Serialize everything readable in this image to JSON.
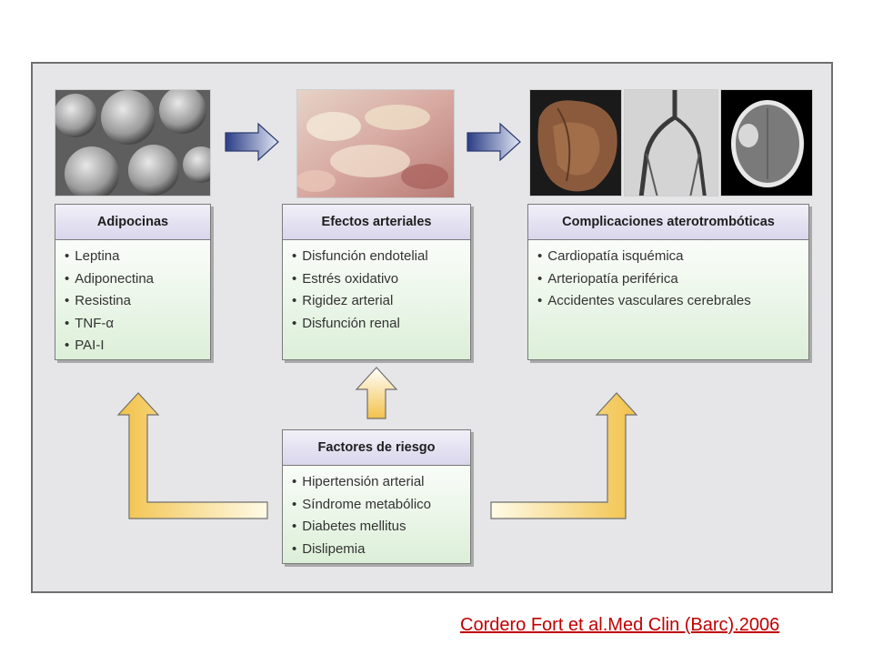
{
  "panels": {
    "adipocinas": {
      "title": "Adipocinas",
      "items": [
        "Leptina",
        "Adiponectina",
        "Resistina",
        "TNF-α",
        "PAI-I"
      ]
    },
    "efectos": {
      "title": "Efectos arteriales",
      "items": [
        "Disfunción endotelial",
        "Estrés oxidativo",
        "Rigidez arterial",
        "Disfunción renal"
      ]
    },
    "complicaciones": {
      "title": "Complicaciones aterotrombóticas",
      "items": [
        "Cardiopatía isquémica",
        "Arteriopatía periférica",
        "Accidentes vasculares cerebrales"
      ]
    },
    "factores": {
      "title": "Factores de riesgo",
      "items": [
        "Hipertensión arterial",
        "Síndrome metabólico",
        "Diabetes mellitus",
        "Dislipemia"
      ]
    }
  },
  "photos": [
    "adipocyte-micrograph",
    "arterial-plaque-photo",
    "heart-specimen-photo",
    "angiography-photo",
    "brain-ct-scan"
  ],
  "citation": "Cordero Fort et al.Med Clin (Barc).2006",
  "colors": {
    "blue_arrow": "#4c5fa8",
    "gold_arrow": "#f2c24a",
    "box_head": "#d9d6ec",
    "box_body": "#dcefd8",
    "citation": "#c00000"
  }
}
